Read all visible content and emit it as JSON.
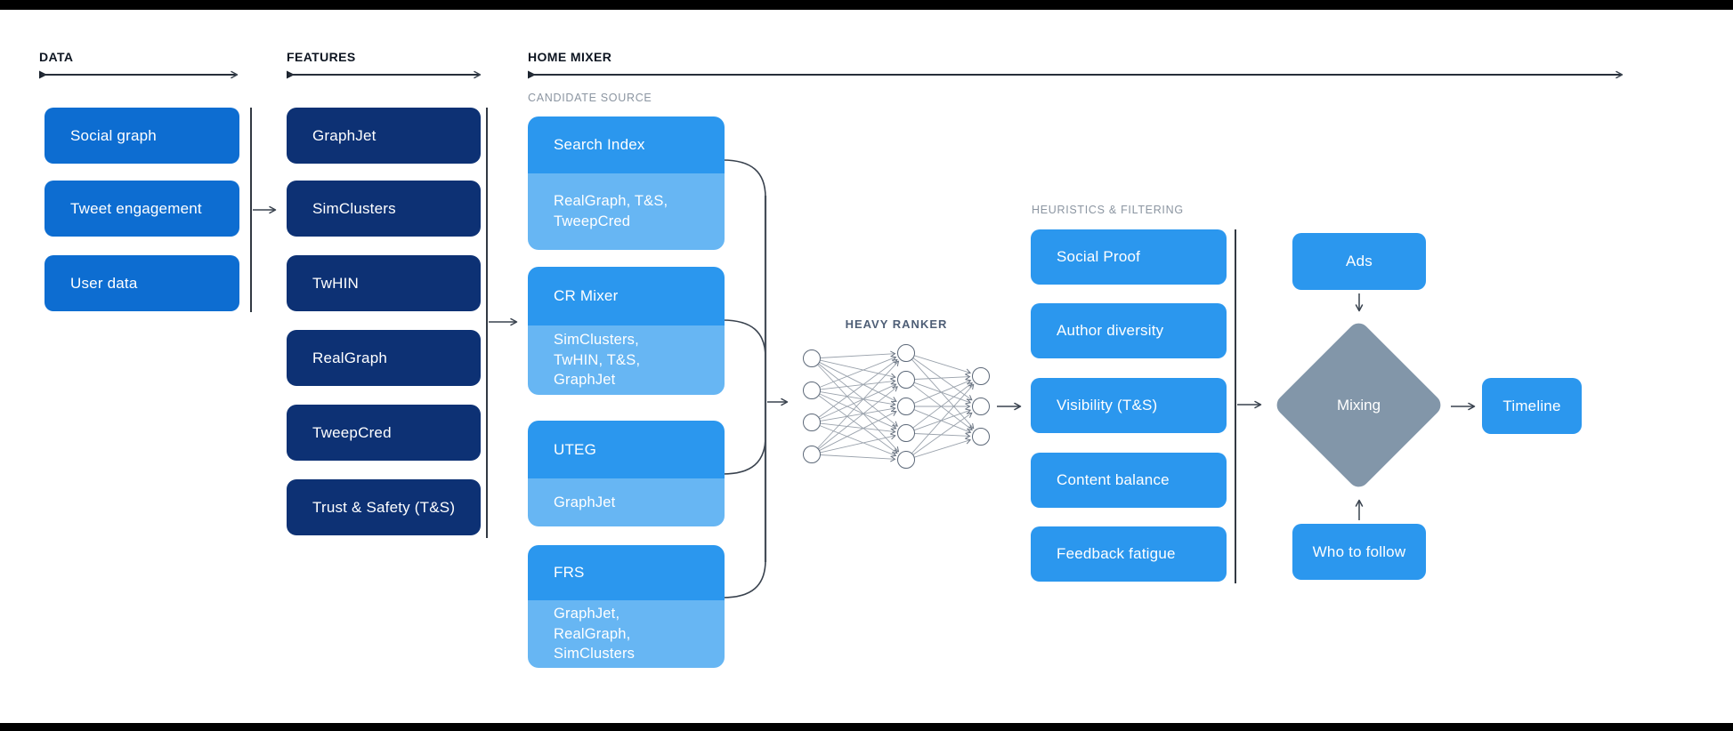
{
  "diagram": {
    "data": {
      "header": "DATA",
      "boxes": [
        "Social graph",
        "Tweet engagement",
        "User data"
      ]
    },
    "features": {
      "header": "FEATURES",
      "boxes": [
        "GraphJet",
        "SimClusters",
        "TwHIN",
        "RealGraph",
        "TweepCred",
        "Trust & Safety (T&S)"
      ]
    },
    "home_mixer": {
      "header": "HOME MIXER",
      "candidate_source": {
        "label": "CANDIDATE SOURCE",
        "boxes": [
          {
            "title": "Search Index",
            "components": "RealGraph, T&S, TweepCred"
          },
          {
            "title": "CR Mixer",
            "components": "SimClusters, TwHIN, T&S, GraphJet"
          },
          {
            "title": "UTEG",
            "components": "GraphJet"
          },
          {
            "title": "FRS",
            "components": "GraphJet, RealGraph, SimClusters"
          }
        ]
      },
      "heavy_ranker": {
        "label": "HEAVY RANKER",
        "layers": [
          4,
          5,
          3
        ]
      },
      "heuristics": {
        "label": "HEURISTICS & FILTERING",
        "boxes": [
          "Social Proof",
          "Author diversity",
          "Visibility (T&S)",
          "Content balance",
          "Feedback fatigue"
        ]
      },
      "mixing": {
        "ads": "Ads",
        "diamond": "Mixing",
        "who_to_follow": "Who to follow",
        "timeline": "Timeline"
      }
    }
  },
  "colors": {
    "data_box": "#0d6dd1",
    "feature_box": "#0d3174",
    "primary_box": "#2b97ee",
    "sub_box": "#67b6f3",
    "diamond": "#8296a9",
    "connector": "#39424e"
  }
}
